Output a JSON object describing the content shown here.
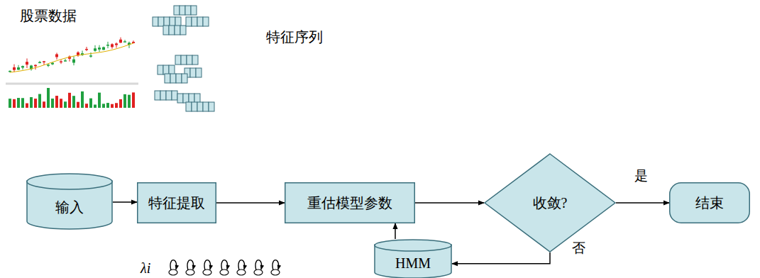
{
  "diagram": {
    "nodes": [
      {
        "text": [
          "输入"
        ]
      },
      {
        "text": [
          "特征提取"
        ]
      },
      {
        "text": [
          "重估模型参数"
        ]
      },
      {
        "text": [
          "收敛?"
        ]
      },
      {
        "text": [
          "结束"
        ]
      },
      {
        "text": [
          "HMM"
        ]
      }
    ],
    "edges": [
      {
        "from": 0,
        "to": 1,
        "arrow": "to"
      },
      {
        "from": 1,
        "to": 2,
        "arrow": "to"
      },
      {
        "from": 2,
        "to": 3,
        "arrow": "to"
      },
      {
        "from": 3,
        "to": 4,
        "label": "是",
        "arrow": "to"
      },
      {
        "from": 3,
        "to": 5,
        "label": "否",
        "arrow": "to"
      },
      {
        "from": 5,
        "to": 2,
        "arrow": "to"
      }
    ],
    "labels": [
      "股票数据",
      "特征序列",
      "λi"
    ]
  }
}
